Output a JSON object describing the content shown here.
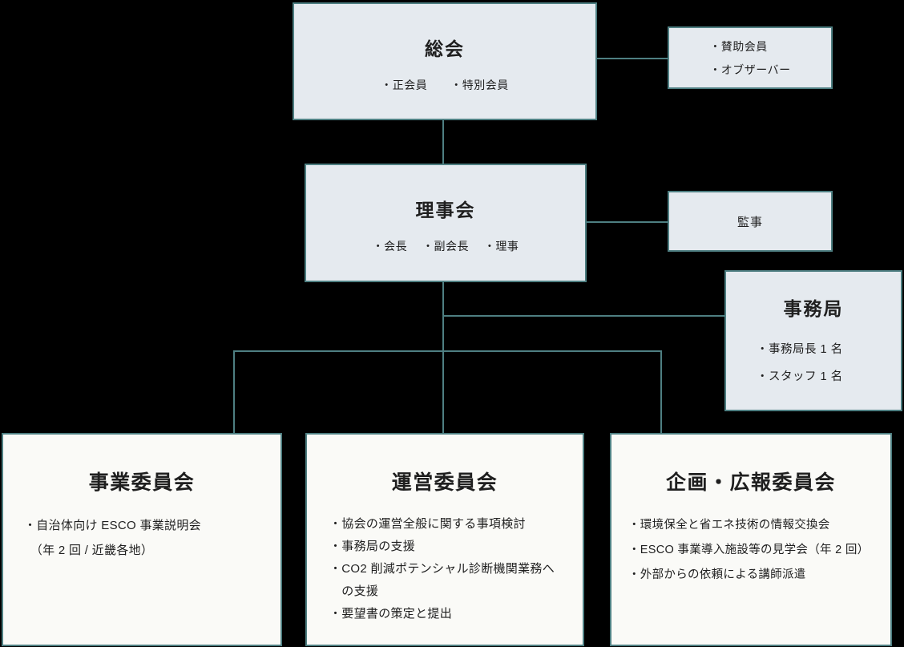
{
  "colors": {
    "background": "#000000",
    "box_fill_light": "#e5eaef",
    "box_fill_white": "#fafaf7",
    "line_teal": "#4e7f82",
    "text": "#1f1f1f"
  },
  "general_assembly": {
    "title": "総会",
    "members": "・正会員　　・特別会員"
  },
  "associate_members_box": {
    "lines": [
      "・賛助会員",
      "・オブザーバー"
    ]
  },
  "board_of_directors": {
    "title": "理事会",
    "members": "・会長　 ・副会長　 ・理事"
  },
  "auditor_box": {
    "title": "監事"
  },
  "secretariat": {
    "title": "事務局",
    "lines": [
      "・事務局長 1 名",
      "・スタッフ 1 名"
    ]
  },
  "committees": [
    {
      "title": "事業委員会",
      "bullets": [
        "・自治体向け ESCO 事業説明会",
        "　（年 2 回 / 近畿各地）"
      ]
    },
    {
      "title": "運営委員会",
      "bullets": [
        "・協会の運営全般に関する事項検討",
        "・事務局の支援",
        "・CO2 削減ポテンシャル診断機関業務へ",
        "　の支援",
        "・要望書の策定と提出"
      ]
    },
    {
      "title": "企画・広報委員会",
      "bullets": [
        "・環境保全と省エネ技術の情報交換会",
        "・ESCO 事業導入施設等の見学会（年 2 回）",
        "・外部からの依頼による講師派遣"
      ]
    }
  ]
}
